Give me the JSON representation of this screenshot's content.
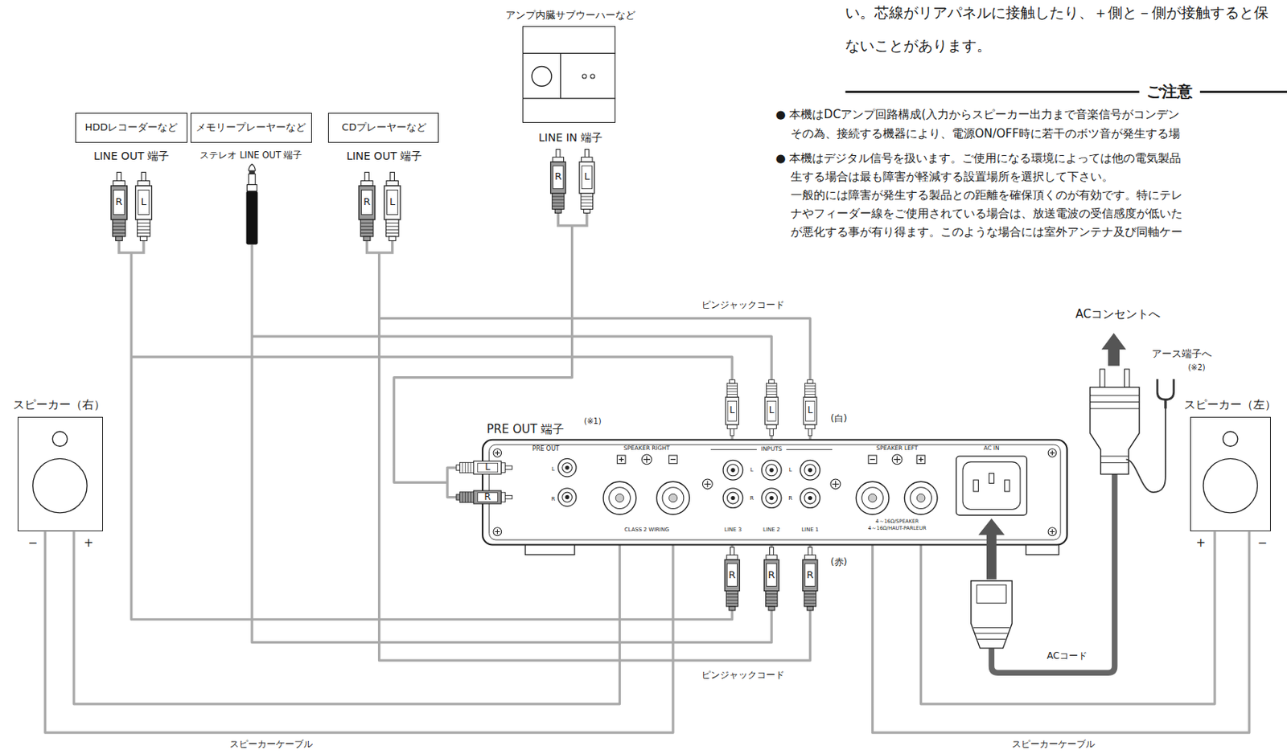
{
  "diagram": {
    "nodes": [
      {
        "text": [
          "HDDレコーダーなど",
          "LINE OUT 端子"
        ]
      },
      {
        "text": [
          "メモリープレーヤーなど",
          "ステレオ LINE OUT 端子"
        ]
      },
      {
        "text": [
          "CDプレーヤーなど",
          "LINE OUT 端子"
        ]
      },
      {
        "text": [
          "アンプ内臓サブウーハーなど",
          "LINE IN 端子"
        ]
      },
      {
        "text": [
          "スピーカー（右）"
        ]
      },
      {
        "text": [
          "PRE OUT",
          "L",
          "R",
          "SPEAKER RIGHT",
          "INPUTS",
          "L",
          "L",
          "R",
          "R",
          "LINE 3",
          "LINE 2",
          "LINE 1",
          "CLASS 2 WIRING",
          "SPEAKER LEFT",
          "AC IN",
          "4～16Ω/SPEAKER",
          "4～16Ω/HAUT-PARLEUR"
        ]
      },
      {
        "text": [
          "スピーカー（左）"
        ]
      }
    ],
    "edges": [
      {
        "from": 0,
        "to": 5,
        "arrow": "none"
      },
      {
        "from": 1,
        "to": 5,
        "arrow": "none"
      },
      {
        "from": 2,
        "to": 5,
        "arrow": "none"
      },
      {
        "from": 5,
        "to": 3,
        "arrow": "none"
      },
      {
        "from": 5,
        "to": 4,
        "arrow": "none"
      },
      {
        "from": 5,
        "to": 6,
        "arrow": "none"
      }
    ],
    "labels": [
      "い。芯線がリアパネルに接触したり、＋側と－側が接触すると保",
      "ないことがあります。",
      "ご注意",
      "● 本機はDCアンプ回路構成(入力からスピーカー出力まで音楽信号がコンデン",
      "その為、接続する機器により、電源ON/OFF時に若干のボツ音が発生する場",
      "● 本機はデジタル信号を扱います。ご使用になる環境によっては他の電気製品",
      "生する場合は最も障害が軽減する設置場所を選択して下さい。",
      "一般的には障害が発生する製品との距離を確保頂くのが有効です。特にテレ",
      "ナやフィーダー線をご使用されている場合は、放送電波の受信感度が低いた",
      "が悪化する事が有り得ます。このような場合には室外アンテナ及び同軸ケー",
      "ACコンセントへ",
      "アース端子へ",
      "(※2)",
      "PRE OUT 端子",
      "(※1)",
      "(白)",
      "(赤)",
      "ピンジャックコード",
      "ピンジャックコード",
      "スピーカーケーブル",
      "スピーカーケーブル",
      "ACコード",
      "−",
      "+",
      "+",
      "−",
      "R",
      "L",
      "R",
      "L",
      "R",
      "L",
      "L",
      "L",
      "L",
      "R",
      "R",
      "R",
      "L",
      "R"
    ]
  }
}
